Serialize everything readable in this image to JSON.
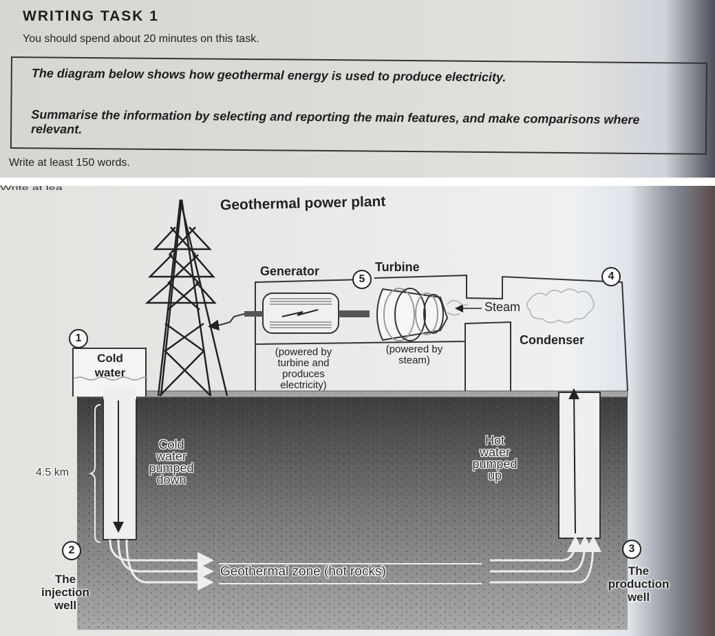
{
  "task": {
    "title": "WRITING TASK 1",
    "time_instruction": "You should spend about 20 minutes on this task.",
    "prompt_line1": "The diagram below shows how geothermal energy is used to produce electricity.",
    "prompt_line2": "Summarise the information by selecting and reporting the main features, and make comparisons where relevant.",
    "word_requirement": "Write at least 150 words.",
    "cut_text": "Write at lea"
  },
  "diagram": {
    "title": "Geothermal power plant",
    "steps": [
      {
        "number": "1",
        "label": "Cold water"
      },
      {
        "number": "2",
        "label": "The injection well"
      },
      {
        "number": "3",
        "label": "The production well"
      },
      {
        "number": "4",
        "label": "Condenser"
      },
      {
        "number": "5",
        "label": "Generator / Turbine"
      }
    ],
    "labels": {
      "cold_water_line1": "Cold",
      "cold_water_line2": "water",
      "generator": "Generator",
      "turbine": "Turbine",
      "steam": "Steam",
      "condenser": "Condenser",
      "generator_note_1": "(powered by",
      "generator_note_2": "turbine and",
      "generator_note_3": "produces",
      "generator_note_4": "electricity)",
      "turbine_note_1": "(powered by",
      "turbine_note_2": "steam)",
      "depth": "4.5 km",
      "cold_pumped_1": "Cold",
      "cold_pumped_2": "water",
      "cold_pumped_3": "pumped",
      "cold_pumped_4": "down",
      "hot_pumped_1": "Hot",
      "hot_pumped_2": "water",
      "hot_pumped_3": "pumped",
      "hot_pumped_4": "up",
      "geothermal_zone": "Geothermal zone (hot rocks)",
      "injection_1": "The",
      "injection_2": "injection",
      "injection_3": "well",
      "production_1": "The",
      "production_2": "production",
      "production_3": "well"
    }
  }
}
